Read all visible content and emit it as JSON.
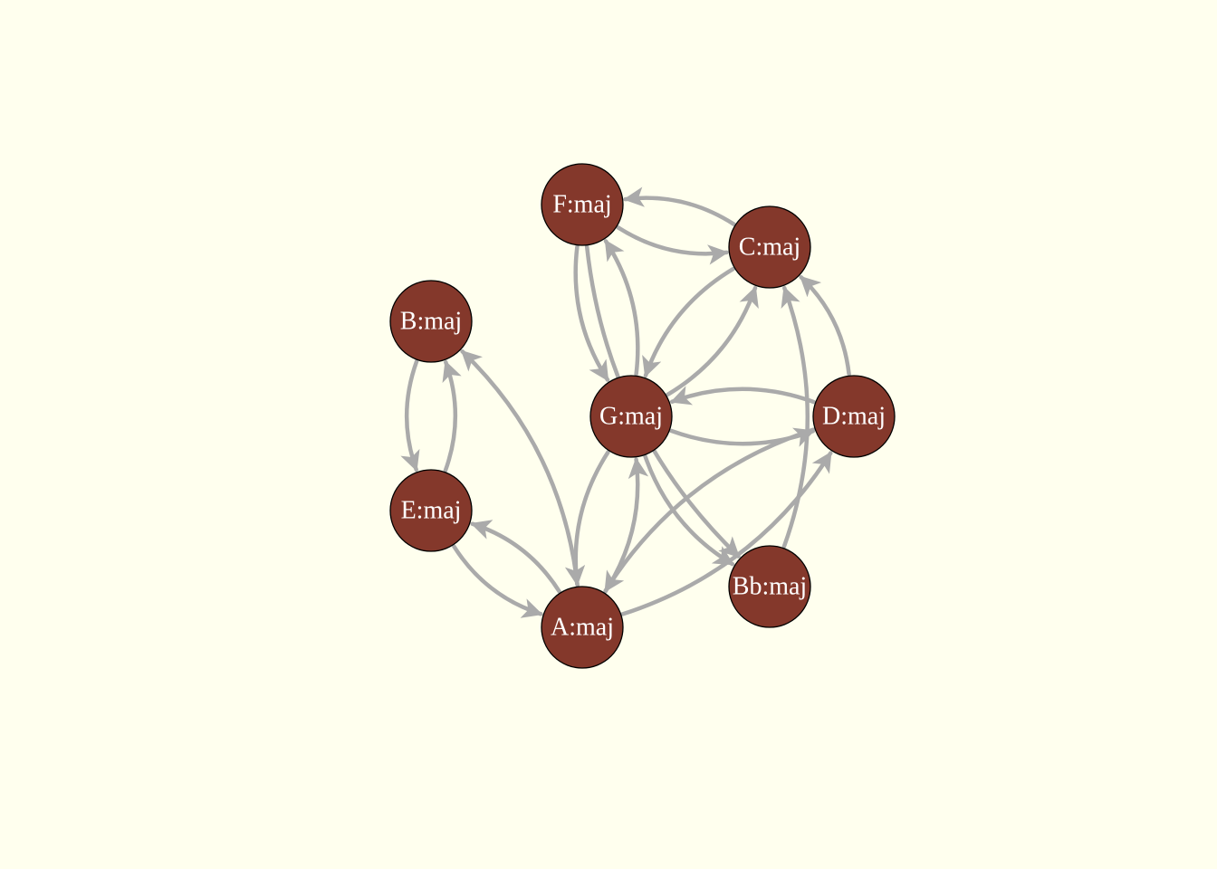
{
  "colors": {
    "background": "#FFFFEE",
    "node_fill": "#84382B",
    "node_border": "#000000",
    "label": "#FFFFFF",
    "edge": "#AAAAAA"
  },
  "nodes": [
    {
      "id": "Fmaj",
      "label": "F:maj"
    },
    {
      "id": "Cmaj",
      "label": "C:maj"
    },
    {
      "id": "Bmaj",
      "label": "B:maj"
    },
    {
      "id": "Gmaj",
      "label": "G:maj"
    },
    {
      "id": "Dmaj",
      "label": "D:maj"
    },
    {
      "id": "Emaj",
      "label": "E:maj"
    },
    {
      "id": "Bbmaj",
      "label": "Bb:maj"
    },
    {
      "id": "Amaj",
      "label": "A:maj"
    }
  ],
  "edges": [
    {
      "from": "Fmaj",
      "to": "Cmaj"
    },
    {
      "from": "Cmaj",
      "to": "Fmaj"
    },
    {
      "from": "Fmaj",
      "to": "Gmaj"
    },
    {
      "from": "Gmaj",
      "to": "Fmaj"
    },
    {
      "from": "Fmaj",
      "to": "Bbmaj"
    },
    {
      "from": "Cmaj",
      "to": "Gmaj"
    },
    {
      "from": "Gmaj",
      "to": "Cmaj"
    },
    {
      "from": "Dmaj",
      "to": "Cmaj"
    },
    {
      "from": "Bbmaj",
      "to": "Cmaj"
    },
    {
      "from": "Gmaj",
      "to": "Dmaj"
    },
    {
      "from": "Dmaj",
      "to": "Gmaj"
    },
    {
      "from": "Gmaj",
      "to": "Bbmaj"
    },
    {
      "from": "Gmaj",
      "to": "Amaj"
    },
    {
      "from": "Amaj",
      "to": "Gmaj"
    },
    {
      "from": "Amaj",
      "to": "Dmaj"
    },
    {
      "from": "Dmaj",
      "to": "Amaj"
    },
    {
      "from": "Bmaj",
      "to": "Emaj"
    },
    {
      "from": "Emaj",
      "to": "Bmaj"
    },
    {
      "from": "Amaj",
      "to": "Bmaj"
    },
    {
      "from": "Amaj",
      "to": "Emaj"
    },
    {
      "from": "Emaj",
      "to": "Amaj"
    }
  ]
}
